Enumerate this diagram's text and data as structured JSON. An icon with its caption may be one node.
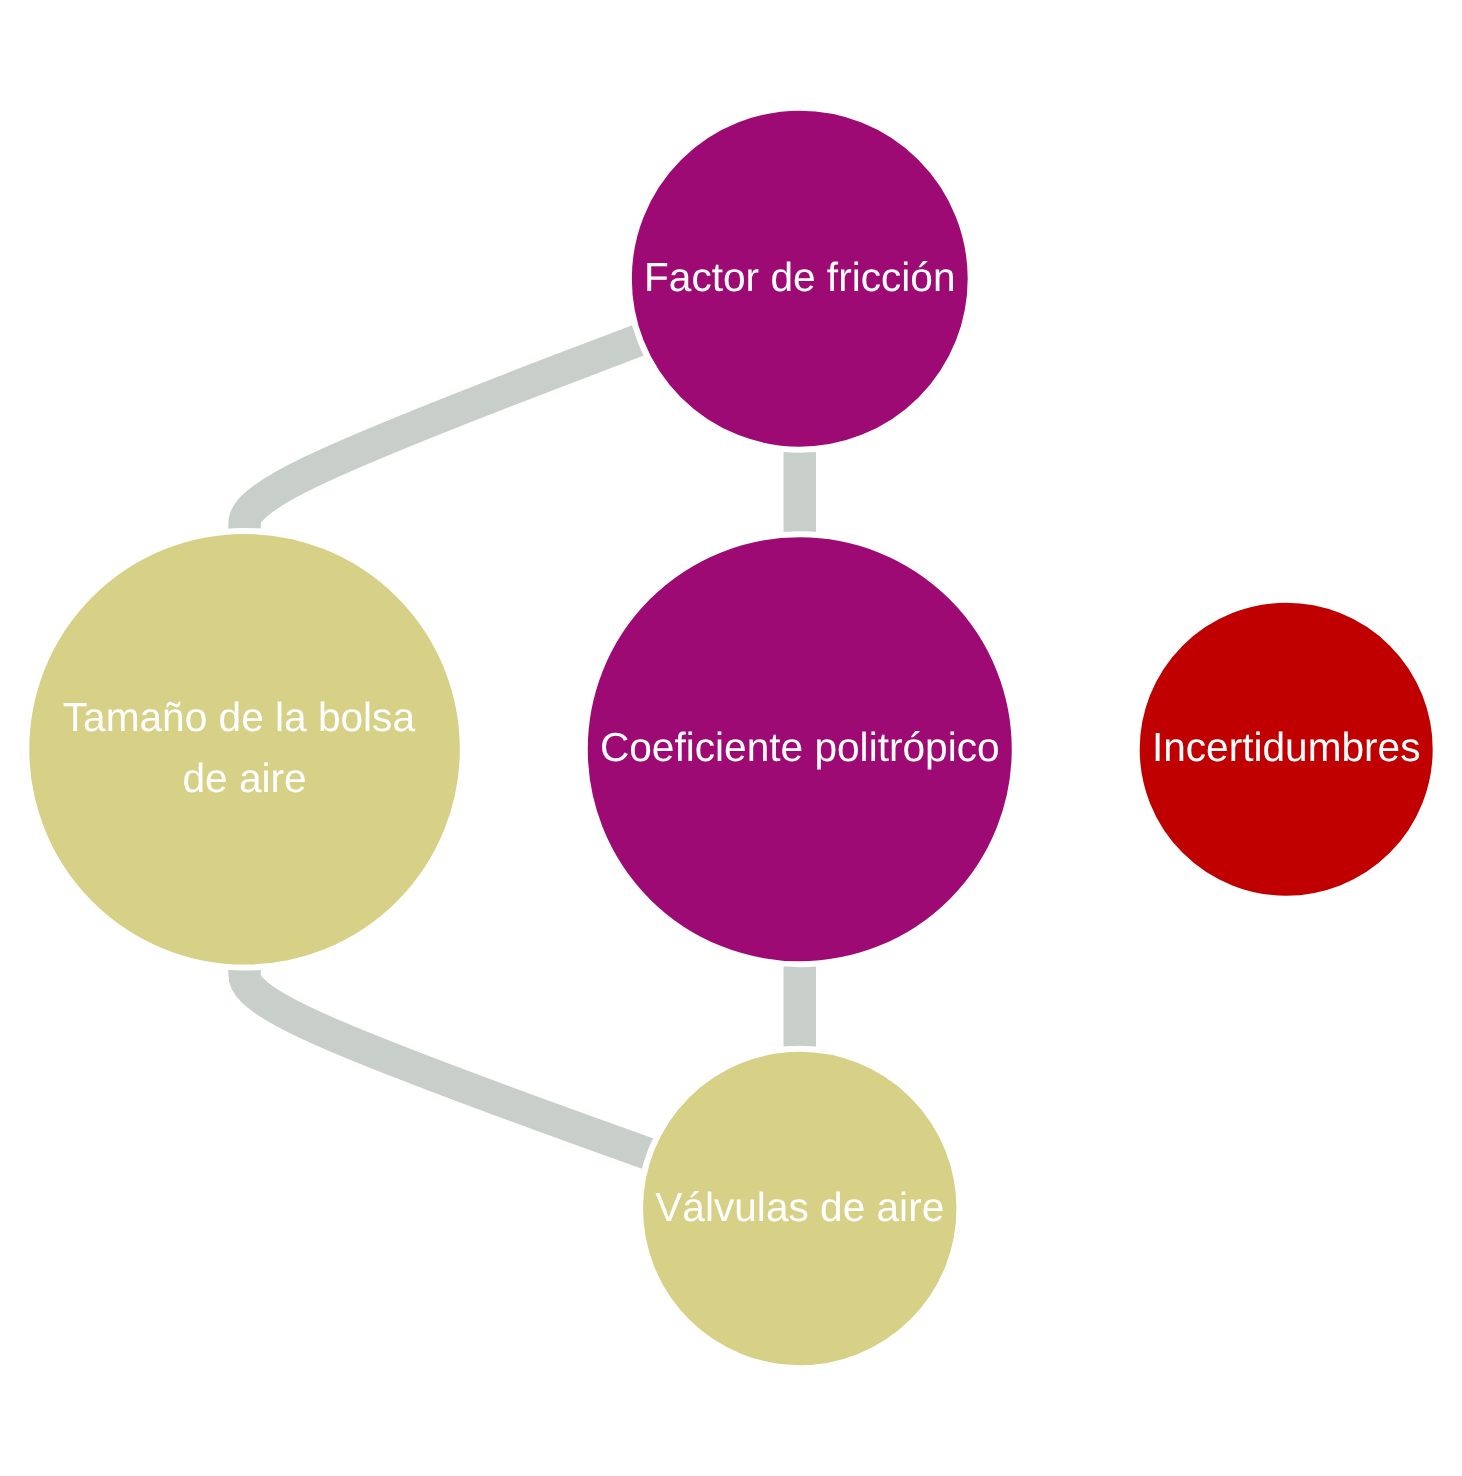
{
  "diagram": {
    "nodes": [
      {
        "text": [
          "Factor de fricción"
        ]
      },
      {
        "text": [
          "Tamaño de la bolsa de aire"
        ]
      },
      {
        "text": [
          "Incertidumbres"
        ]
      },
      {
        "text": [
          "Coeficiente politrópico"
        ]
      },
      {
        "text": [
          "Válvulas de aire"
        ]
      }
    ],
    "edges": [
      {
        "from": 0,
        "to": 1,
        "arrow": "none"
      },
      {
        "from": 0,
        "to": 3,
        "arrow": "none"
      },
      {
        "from": 1,
        "to": 4,
        "arrow": "none"
      },
      {
        "from": 3,
        "to": 4,
        "arrow": "none"
      }
    ]
  }
}
